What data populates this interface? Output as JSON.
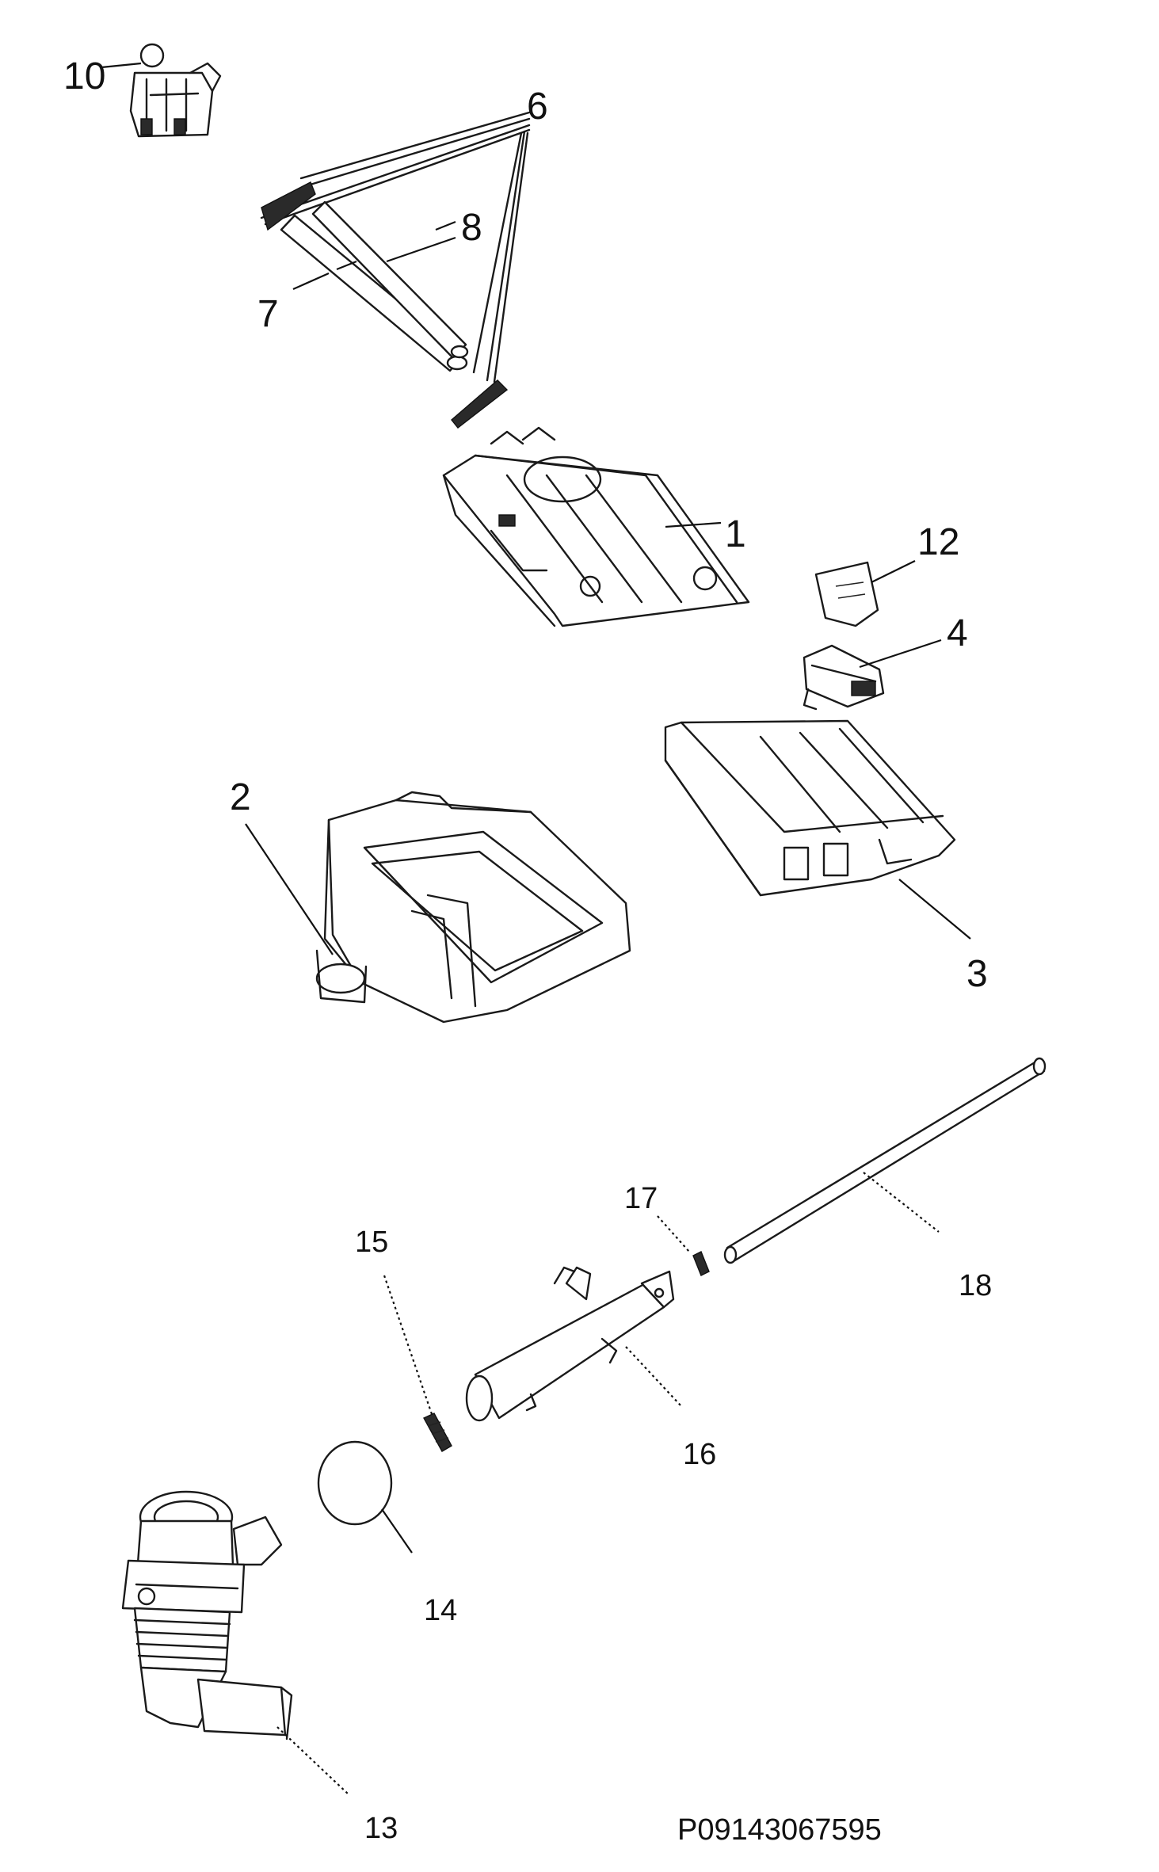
{
  "diagram": {
    "drawing_code": "P09143067595",
    "callouts": [
      {
        "id": "c10",
        "label": "10"
      },
      {
        "id": "c6",
        "label": "6"
      },
      {
        "id": "c8",
        "label": "8"
      },
      {
        "id": "c7",
        "label": "7"
      },
      {
        "id": "c1",
        "label": "1"
      },
      {
        "id": "c12",
        "label": "12"
      },
      {
        "id": "c4",
        "label": "4"
      },
      {
        "id": "c2",
        "label": "2"
      },
      {
        "id": "c3",
        "label": "3"
      },
      {
        "id": "c17",
        "label": "17"
      },
      {
        "id": "c15",
        "label": "15"
      },
      {
        "id": "c18",
        "label": "18"
      },
      {
        "id": "c16",
        "label": "16"
      },
      {
        "id": "c14",
        "label": "14"
      },
      {
        "id": "c13",
        "label": "13"
      }
    ]
  }
}
